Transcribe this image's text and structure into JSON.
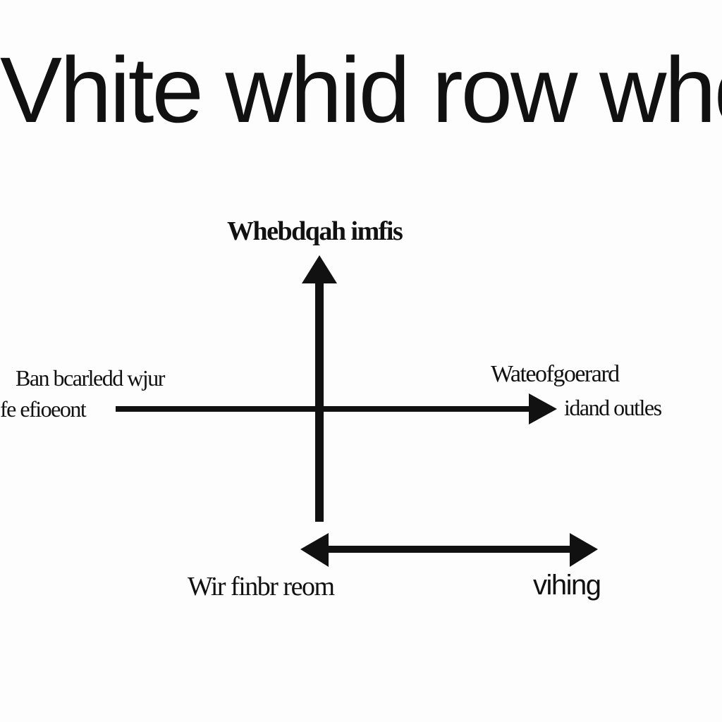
{
  "title": "Vhite whid row whds",
  "labels": {
    "top": "Whebdqah imfis",
    "left_line1": "Ban bcarledd wjur",
    "left_line2": "fe efioeont",
    "right_line1": "Wateofgoerard",
    "right_line2": "idand outles",
    "bottom_left": "Wir finbr reom",
    "bottom_right": "vihing"
  },
  "colors": {
    "background": "#fdfdfd",
    "ink": "#111111"
  }
}
